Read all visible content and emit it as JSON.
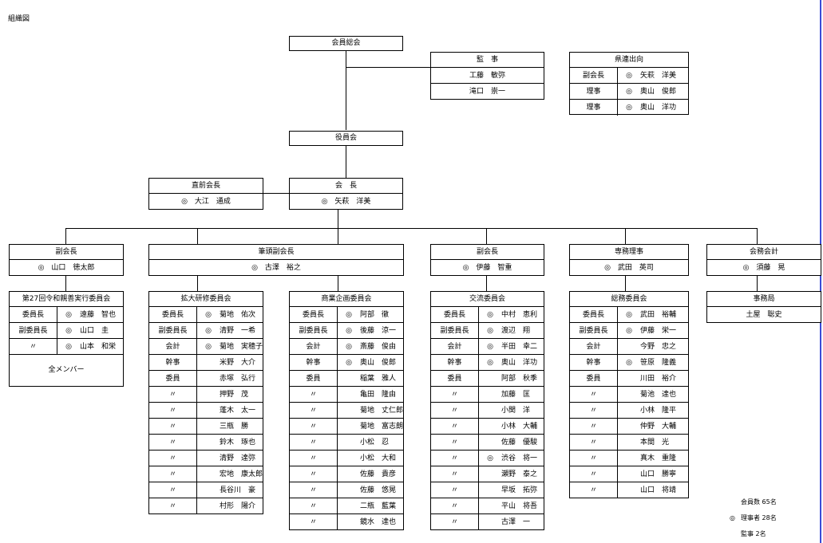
{
  "page_title": "組織図",
  "mark": "◎",
  "soukai": "会員総会",
  "kansa": {
    "title": "監　事",
    "members": [
      "工藤　敏弥",
      "滝口　崇一"
    ]
  },
  "kenren": {
    "title": "県連出向",
    "rows": [
      {
        "role": "副会長",
        "mark": true,
        "name": "矢萩　洋美"
      },
      {
        "role": "理事",
        "mark": true,
        "name": "奥山　俊郎"
      },
      {
        "role": "理事",
        "mark": true,
        "name": "奥山　洋功"
      }
    ]
  },
  "yakuin": "役員会",
  "chokuzen": {
    "title": "直前会長",
    "name": "◎　大江　通成"
  },
  "kaicho": {
    "title": "会　長",
    "name": "◎　矢萩　洋美"
  },
  "vps": [
    {
      "title": "副会長",
      "name": "◎　山口　徳太郎"
    },
    {
      "title": "筆頭副会長",
      "name": "◎　古澤　裕之"
    },
    {
      "title": "副会長",
      "name": "◎　伊藤　智重"
    },
    {
      "title": "専務理事",
      "name": "◎　武田　英司"
    },
    {
      "title": "会務会計",
      "name": "◎　須藤　晃"
    }
  ],
  "committees": [
    {
      "title": "第27回令和親善実行委員会",
      "rows": [
        {
          "role": "委員長",
          "mark": true,
          "name": "遠藤　智也"
        },
        {
          "role": "副委員長",
          "mark": true,
          "name": "山口　圭"
        },
        {
          "role": "〃",
          "mark": true,
          "name": "山本　和栄"
        }
      ],
      "all_members": "全メンバー"
    },
    {
      "title": "拡大研修委員会",
      "rows": [
        {
          "role": "委員長",
          "mark": true,
          "name": "菊地　佑次"
        },
        {
          "role": "副委員長",
          "mark": true,
          "name": "清野　一希"
        },
        {
          "role": "会計",
          "mark": true,
          "name": "菊地　実穂子"
        },
        {
          "role": "幹事",
          "mark": false,
          "name": "米野　大介"
        },
        {
          "role": "委員",
          "mark": false,
          "name": "赤塚　弘行"
        },
        {
          "role": "〃",
          "mark": false,
          "name": "押野　茂"
        },
        {
          "role": "〃",
          "mark": false,
          "name": "蓬木　太一"
        },
        {
          "role": "〃",
          "mark": false,
          "name": "三瓶　勝"
        },
        {
          "role": "〃",
          "mark": false,
          "name": "鈴木　琢也"
        },
        {
          "role": "〃",
          "mark": false,
          "name": "清野　達弥"
        },
        {
          "role": "〃",
          "mark": false,
          "name": "宏地　康太郎"
        },
        {
          "role": "〃",
          "mark": false,
          "name": "長谷川　豪"
        },
        {
          "role": "〃",
          "mark": false,
          "name": "村形　陽介"
        }
      ]
    },
    {
      "title": "商業企画委員会",
      "rows": [
        {
          "role": "委員長",
          "mark": true,
          "name": "阿部　徹"
        },
        {
          "role": "副委員長",
          "mark": true,
          "name": "後藤　涼一"
        },
        {
          "role": "会計",
          "mark": true,
          "name": "斎藤　俊由"
        },
        {
          "role": "幹事",
          "mark": true,
          "name": "奥山　俊郎"
        },
        {
          "role": "委員",
          "mark": false,
          "name": "稲葉　雅人"
        },
        {
          "role": "〃",
          "mark": false,
          "name": "亀田　隆由"
        },
        {
          "role": "〃",
          "mark": false,
          "name": "菊地　丈仁郎"
        },
        {
          "role": "〃",
          "mark": false,
          "name": "菊地　富志朗"
        },
        {
          "role": "〃",
          "mark": false,
          "name": "小松　忍"
        },
        {
          "role": "〃",
          "mark": false,
          "name": "小松　大和"
        },
        {
          "role": "〃",
          "mark": false,
          "name": "佐藤　貴彦"
        },
        {
          "role": "〃",
          "mark": false,
          "name": "佐藤　悠晃"
        },
        {
          "role": "〃",
          "mark": false,
          "name": "二瓶　藍葉"
        },
        {
          "role": "〃",
          "mark": false,
          "name": "鏡水　達也"
        }
      ]
    },
    {
      "title": "交流委員会",
      "rows": [
        {
          "role": "委員長",
          "mark": true,
          "name": "中村　恵利"
        },
        {
          "role": "副委員長",
          "mark": true,
          "name": "渡辺　翔"
        },
        {
          "role": "会計",
          "mark": true,
          "name": "半田　幸二"
        },
        {
          "role": "幹事",
          "mark": true,
          "name": "奥山　洋功"
        },
        {
          "role": "委員",
          "mark": false,
          "name": "阿部　秋季"
        },
        {
          "role": "〃",
          "mark": false,
          "name": "加藤　匡"
        },
        {
          "role": "〃",
          "mark": false,
          "name": "小関　洋"
        },
        {
          "role": "〃",
          "mark": false,
          "name": "小林　大輔"
        },
        {
          "role": "〃",
          "mark": false,
          "name": "佐藤　優駿"
        },
        {
          "role": "〃",
          "mark": true,
          "name": "渋谷　将一"
        },
        {
          "role": "〃",
          "mark": false,
          "name": "瀬野　泰之"
        },
        {
          "role": "〃",
          "mark": false,
          "name": "早坂　拓弥"
        },
        {
          "role": "〃",
          "mark": false,
          "name": "平山　将吾"
        },
        {
          "role": "〃",
          "mark": false,
          "name": "古澤　一"
        }
      ]
    },
    {
      "title": "総務委員会",
      "rows": [
        {
          "role": "委員長",
          "mark": true,
          "name": "武田　裕輔"
        },
        {
          "role": "副委員長",
          "mark": true,
          "name": "伊藤　栄一"
        },
        {
          "role": "会計",
          "mark": false,
          "name": "今野　忠之"
        },
        {
          "role": "幹事",
          "mark": true,
          "name": "笹原　隆義"
        },
        {
          "role": "委員",
          "mark": false,
          "name": "川田　裕介"
        },
        {
          "role": "〃",
          "mark": false,
          "name": "菊池　達也"
        },
        {
          "role": "〃",
          "mark": false,
          "name": "小林　隆平"
        },
        {
          "role": "〃",
          "mark": false,
          "name": "仲野　大輔"
        },
        {
          "role": "〃",
          "mark": false,
          "name": "本間　光"
        },
        {
          "role": "〃",
          "mark": false,
          "name": "真木　重隆"
        },
        {
          "role": "〃",
          "mark": false,
          "name": "山口　勝寧"
        },
        {
          "role": "〃",
          "mark": false,
          "name": "山口　将靖"
        }
      ]
    }
  ],
  "jimukyoku": {
    "title": "事務局",
    "name": "土屋　聡史"
  },
  "summary": [
    {
      "mark": "",
      "label": "会員数",
      "value": "65名"
    },
    {
      "mark": "◎",
      "label": "理事者",
      "value": "28名"
    },
    {
      "mark": "",
      "label": "監事",
      "value": "2名"
    }
  ]
}
